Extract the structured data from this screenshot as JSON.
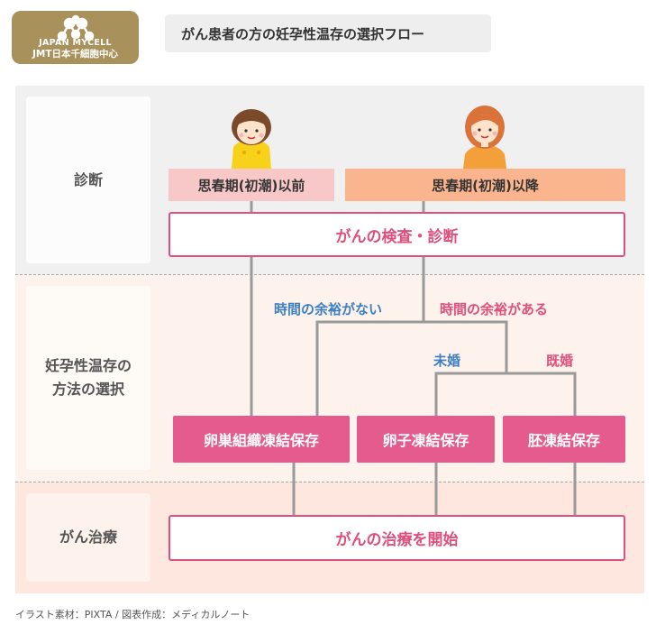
{
  "logo": {
    "line1": "JAPAN MYCELL",
    "line2": "JMT日本千細胞中心"
  },
  "title": "がん患者の方の妊孕性温存の選択フロー",
  "row_labels": {
    "diagnosis": "診断",
    "method_line1": "妊孕性温存の",
    "method_line2": "方法の選択",
    "treatment": "がん治療"
  },
  "age_boxes": {
    "before": "思春期(初潮)以前",
    "after": "思春期(初潮)以降"
  },
  "exam": "がんの検査・診断",
  "branches": {
    "no_time": "時間の余裕がない",
    "has_time": "時間の余裕がある",
    "unmarried": "未婚",
    "married": "既婚"
  },
  "options": {
    "ovarian_tissue": "卵巣組織凍結保存",
    "oocyte": "卵子凍結保存",
    "embryo": "胚凍結保存"
  },
  "start_treatment": "がんの治療を開始",
  "credit": "イラスト素材：PIXTA / 図表作成：メディカルノート",
  "colors": {
    "pink_accent": "#e55b8d",
    "blue_text": "#3d7fc2",
    "peach_box": "#fbb58e",
    "light_pink_box": "#f8c8c8",
    "logo_gold": "#a8915a"
  }
}
